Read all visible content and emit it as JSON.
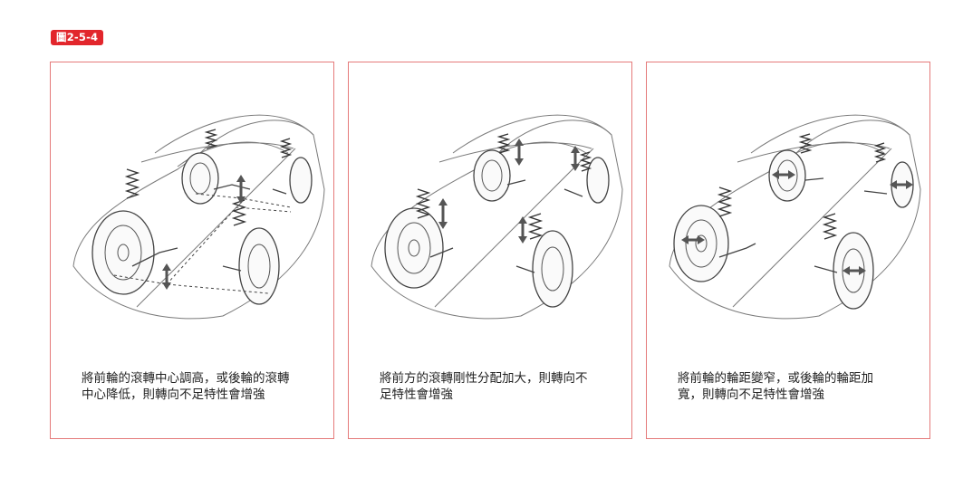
{
  "figure_label": "圖2-5-4",
  "panels": [
    {
      "caption": "將前輪的滾轉中心調高，或後輪的滾轉\n中心降低，則轉向不足特性會增強"
    },
    {
      "caption": "將前方的滾轉剛性分配加大，則轉向不\n足特性會增強"
    },
    {
      "caption": "將前輪的輪距變窄，或後輪的輪距加\n寬，則轉向不足特性會增強"
    }
  ]
}
